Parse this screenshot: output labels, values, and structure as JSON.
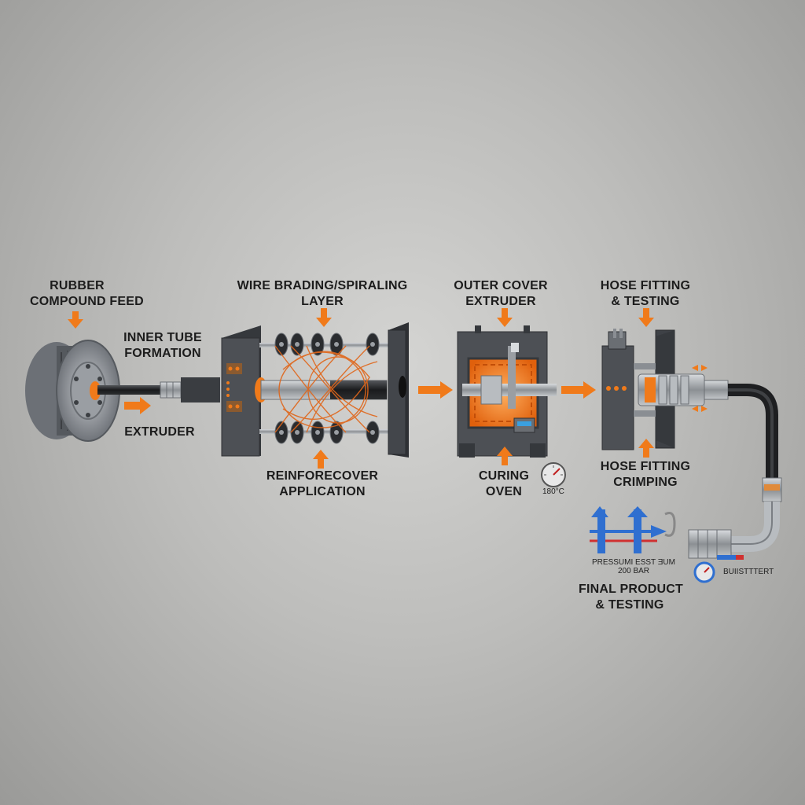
{
  "colors": {
    "accent": "#f07a1a",
    "machine": "#4a4d52",
    "machine_dark": "#35383c",
    "steel": "#a8acb0",
    "hose": "#1e1f21",
    "blue": "#2f6fd0",
    "red": "#d03030"
  },
  "labels": {
    "rubber_feed": {
      "line1": "RUBBER",
      "line2": "COMPOUND FEED"
    },
    "inner_tube": {
      "line1": "INNER TUBE",
      "line2": "FORMATION"
    },
    "extruder": "EXTRUDER",
    "wire_braiding": {
      "line1": "WIRE BRADING/SPIRALING",
      "line2": "LAYER"
    },
    "reinforcement": {
      "line1": "REINFORECOVER",
      "line2": "APPLICATION"
    },
    "outer_cover": {
      "line1": "OUTER COVER",
      "line2": "EXTRUDER"
    },
    "curing_oven": {
      "line1": "CURING",
      "line2": "OVEN"
    },
    "temperature": "180°C",
    "fitting_testing": {
      "line1": "HOSE FITTING",
      "line2": "& TESTING"
    },
    "fitting_crimping": {
      "line1": "HOSE FITTING",
      "line2": "CRIMPING"
    },
    "pressure_test": {
      "line1": "PRESSUMI ESST ƎUM",
      "line2": "200 BAR"
    },
    "burst_test": "BUIISTTTERT",
    "final_product": {
      "line1": "FINAL PRODUCT",
      "line2": "& TESTING"
    }
  },
  "icons": [
    "hose-reel-icon",
    "extruder-icon",
    "braiding-machine-icon",
    "curing-oven-icon",
    "pressure-gauge-icon",
    "crimping-machine-icon",
    "hose-assembly-icon",
    "pressure-test-icon",
    "burst-gauge-icon"
  ]
}
